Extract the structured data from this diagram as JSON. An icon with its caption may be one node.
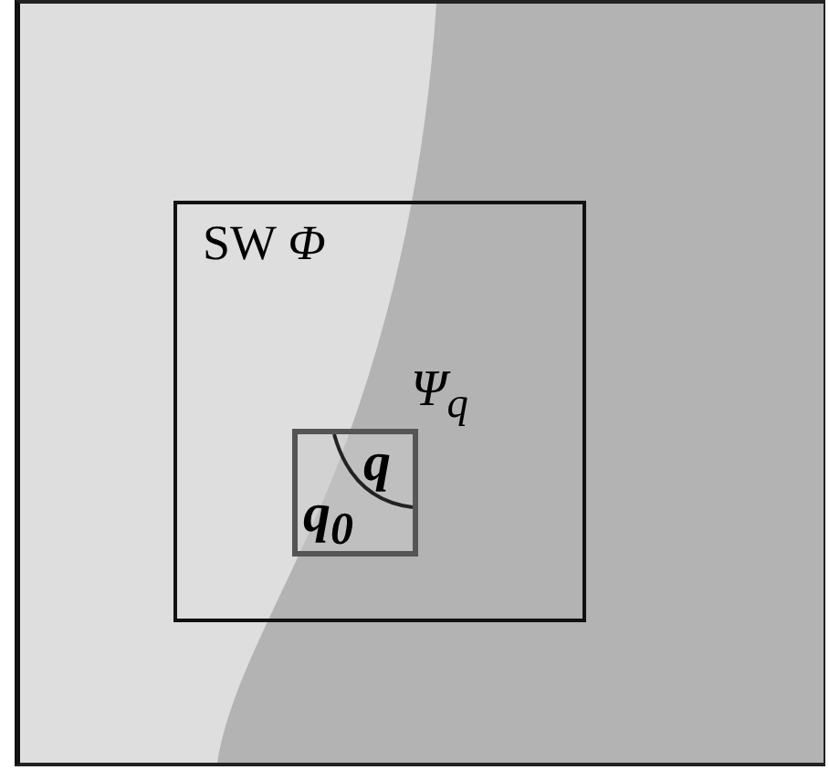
{
  "diagram": {
    "nodes": [
      {
        "text": [],
        "shape": "box"
      },
      {
        "text": [
          "SW *Φ*"
        ],
        "in": 0
      },
      {
        "text": [
          "q",
          "q$_{0}$"
        ],
        "in": 1,
        "beside": [
          "Ψ$_{q}$"
        ]
      }
    ]
  }
}
